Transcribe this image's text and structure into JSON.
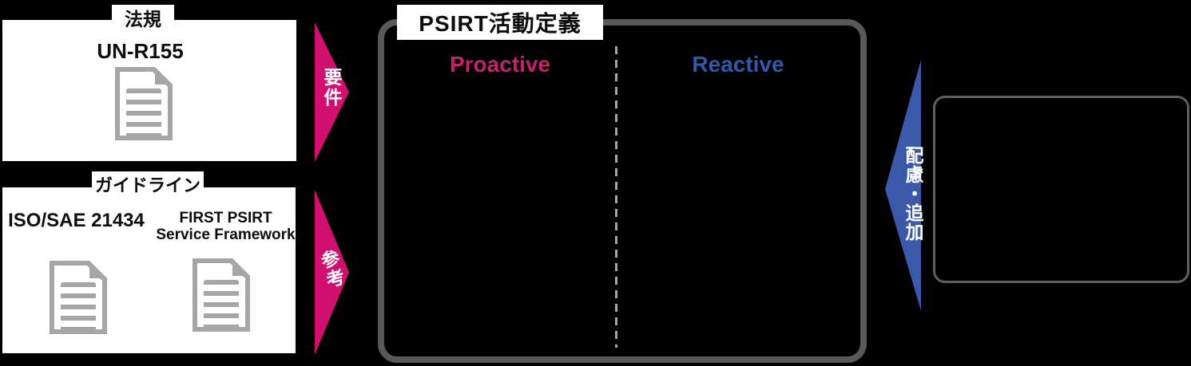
{
  "diagram": {
    "sources": {
      "regulation": {
        "tab_label": "法規",
        "doc_title": "UN-R155"
      },
      "guidelines": {
        "tab_label": "ガイドライン",
        "doc1_title": "ISO/SAE 21434",
        "doc2_title_line1": "FIRST PSIRT",
        "doc2_title_line2": "Service Framework"
      }
    },
    "arrows": {
      "requirement_label": "要件",
      "reference_label": "参考",
      "consideration_label": "配慮・追加"
    },
    "psirt": {
      "title": "PSIRT活動定義",
      "column_left": "Proactive",
      "column_right": "Reactive"
    },
    "colors": {
      "background": "#000000",
      "magenta_arrow": "#D10F6F",
      "proactive_text": "#C4216E",
      "reactive_text": "#3058AC",
      "blue_arrow": "#3B59A8",
      "psirt_border_gray": "#595959",
      "output_border_gray": "#606060",
      "dashed_divider_gray": "#A6A6A6",
      "document_icon_gray": "#A6A6A6"
    }
  }
}
